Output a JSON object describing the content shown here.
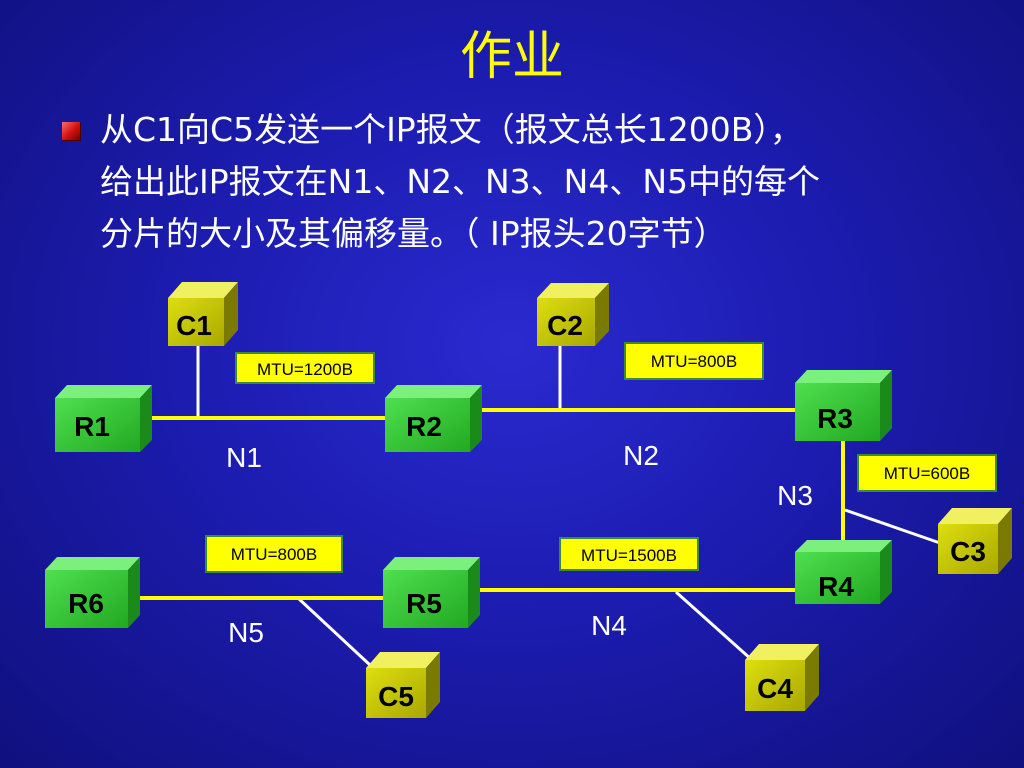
{
  "title": "作业",
  "question": {
    "lines": [
      "从C1向C5发送一个IP报文（报文总长1200B），",
      "给出此IP报文在N1、N2、N3、N4、N5中的每个",
      "分片的大小及其偏移量。（ IP报头20字节）"
    ]
  },
  "routers": {
    "r1": "R1",
    "r2": "R2",
    "r3": "R3",
    "r4": "R4",
    "r5": "R5",
    "r6": "R6"
  },
  "hosts": {
    "c1": "C1",
    "c2": "C2",
    "c3": "C3",
    "c4": "C4",
    "c5": "C5"
  },
  "networks": {
    "n1": "N1",
    "n2": "N2",
    "n3": "N3",
    "n4": "N4",
    "n5": "N5"
  },
  "mtu": {
    "n1": "MTU=1200B",
    "n2": "MTU=800B",
    "n3": "MTU=600B",
    "n4": "MTU=1500B",
    "n5": "MTU=800B"
  },
  "colors": {
    "background": "#1c1cb0",
    "title": "#ffff00",
    "link": "#ffff00",
    "router_face": "#33cc33",
    "host_face": "#cccc00",
    "mtu_box": "#ffff00"
  }
}
